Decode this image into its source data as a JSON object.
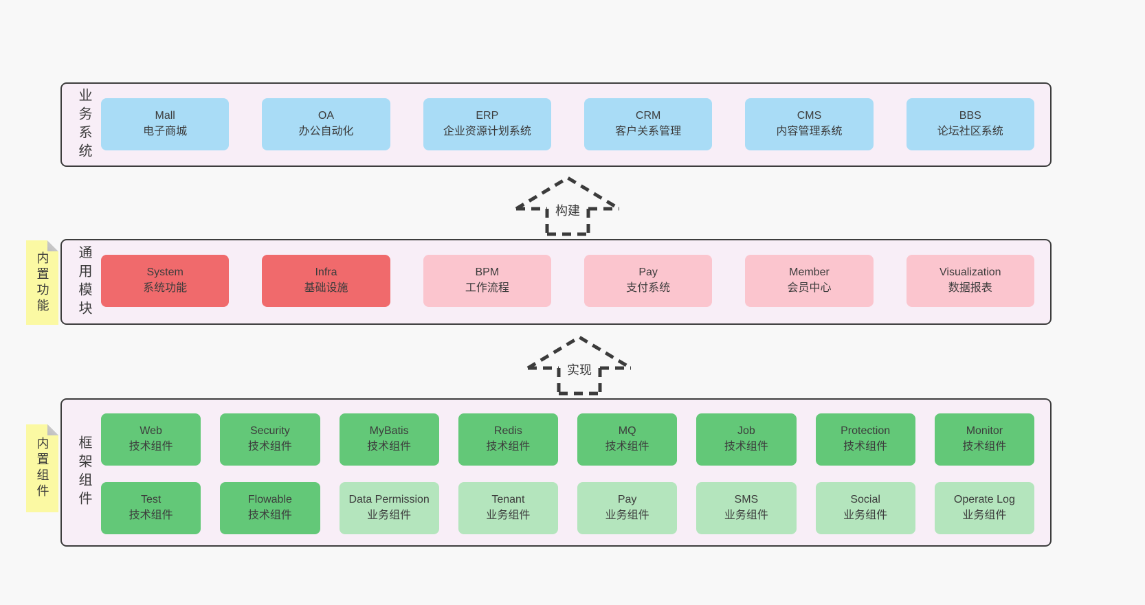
{
  "colors": {
    "page_bg": "#f8f8f8",
    "band_bg": "#f8eef7",
    "band_border": "#3d3d3d",
    "business_box": "#a9dcf6",
    "core_module_box": "#f06a6c",
    "optional_module_box": "#fbc5ce",
    "tech_component_box": "#63c878",
    "biz_component_box": "#b4e5bd",
    "sticky_note": "#fbf9a3",
    "text": "#3c3c3c"
  },
  "arrows": [
    {
      "label": "构建"
    },
    {
      "label": "实现"
    }
  ],
  "bands": [
    {
      "label": "业务系统",
      "boxes": [
        {
          "title": "Mall",
          "subtitle": "电子商城"
        },
        {
          "title": "OA",
          "subtitle": "办公自动化"
        },
        {
          "title": "ERP",
          "subtitle": "企业资源计划系统"
        },
        {
          "title": "CRM",
          "subtitle": "客户关系管理"
        },
        {
          "title": "CMS",
          "subtitle": "内容管理系统"
        },
        {
          "title": "BBS",
          "subtitle": "论坛社区系统"
        }
      ]
    },
    {
      "label": "通用模块",
      "sticky": "内置功能",
      "boxes": [
        {
          "title": "System",
          "subtitle": "系统功能"
        },
        {
          "title": "Infra",
          "subtitle": "基础设施"
        },
        {
          "title": "BPM",
          "subtitle": "工作流程"
        },
        {
          "title": "Pay",
          "subtitle": "支付系统"
        },
        {
          "title": "Member",
          "subtitle": "会员中心"
        },
        {
          "title": "Visualization",
          "subtitle": "数据报表"
        }
      ]
    },
    {
      "label": "框架组件",
      "sticky": "内置组件",
      "rows": [
        [
          {
            "title": "Web",
            "subtitle": "技术组件"
          },
          {
            "title": "Security",
            "subtitle": "技术组件"
          },
          {
            "title": "MyBatis",
            "subtitle": "技术组件"
          },
          {
            "title": "Redis",
            "subtitle": "技术组件"
          },
          {
            "title": "MQ",
            "subtitle": "技术组件"
          },
          {
            "title": "Job",
            "subtitle": "技术组件"
          },
          {
            "title": "Protection",
            "subtitle": "技术组件"
          },
          {
            "title": "Monitor",
            "subtitle": "技术组件"
          }
        ],
        [
          {
            "title": "Test",
            "subtitle": "技术组件"
          },
          {
            "title": "Flowable",
            "subtitle": "技术组件"
          },
          {
            "title": "Data Permission",
            "subtitle": "业务组件"
          },
          {
            "title": "Tenant",
            "subtitle": "业务组件"
          },
          {
            "title": "Pay",
            "subtitle": "业务组件"
          },
          {
            "title": "SMS",
            "subtitle": "业务组件"
          },
          {
            "title": "Social",
            "subtitle": "业务组件"
          },
          {
            "title": "Operate Log",
            "subtitle": "业务组件"
          }
        ]
      ]
    }
  ]
}
